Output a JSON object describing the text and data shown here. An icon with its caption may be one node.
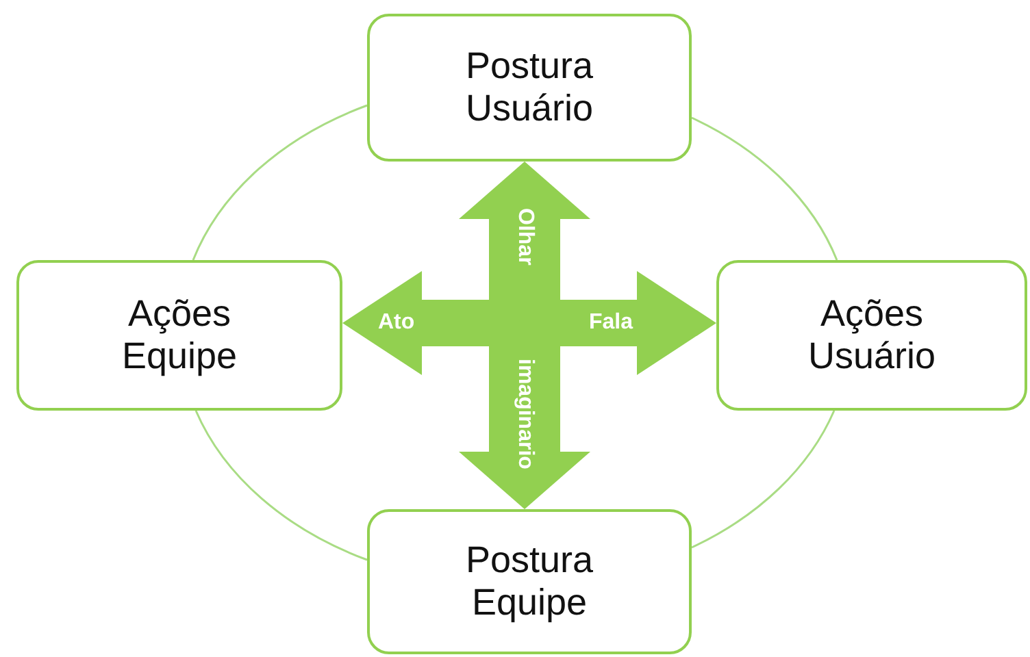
{
  "diagram": {
    "nodes": [
      {
        "text": [
          "Postura Usuário"
        ]
      },
      {
        "text": [
          "Ações Equipe"
        ]
      },
      {
        "text": [
          "Ações Usuário"
        ]
      },
      {
        "text": [
          "Postura Equipe"
        ]
      }
    ],
    "edges": [
      {
        "from": null,
        "to": 0,
        "arrow": "to",
        "label": "Olhar",
        "style": "thick"
      },
      {
        "from": null,
        "to": 1,
        "arrow": "to",
        "label": "Ato",
        "style": "thick"
      },
      {
        "from": null,
        "to": 2,
        "arrow": "to",
        "label": "Fala",
        "style": "thick"
      },
      {
        "from": null,
        "to": 3,
        "arrow": "to",
        "label": "imaginario",
        "style": "thick"
      },
      {
        "from": 0,
        "to": 2,
        "arrow": "none",
        "color": "#a9dc84"
      },
      {
        "from": 2,
        "to": 3,
        "arrow": "none",
        "color": "#a9dc84"
      },
      {
        "from": 3,
        "to": 1,
        "arrow": "none",
        "color": "#a9dc84"
      },
      {
        "from": 1,
        "to": 0,
        "arrow": "none",
        "color": "#a9dc84"
      }
    ]
  }
}
